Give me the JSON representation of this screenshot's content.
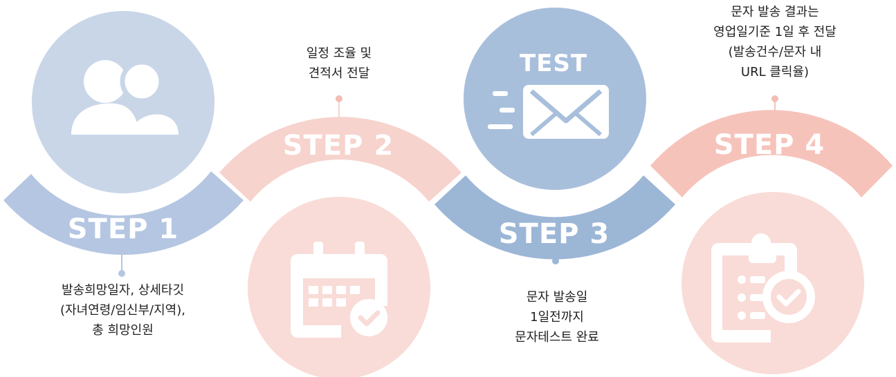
{
  "steps": [
    {
      "label": "STEP 1",
      "color": "#b4c6e1",
      "circle_color": "#c9d6e8",
      "icon": "users-icon",
      "description": [
        "발송희망일자, 상세타깃",
        "(자녀연령/임신부/지역),",
        "총 희망인원"
      ]
    },
    {
      "label": "STEP 2",
      "color": "#f7d3cd",
      "circle_color": "#f9dcd7",
      "icon": "calendar-check-icon",
      "description": [
        "일정 조율 및",
        "견적서 전달"
      ]
    },
    {
      "label": "STEP 3",
      "color": "#9cb6d6",
      "circle_color": "#a8bfdc",
      "icon": "test-mail-icon",
      "icon_text": "TEST",
      "description": [
        "문자 발송일",
        "1일전까지",
        "문자테스트 완료"
      ]
    },
    {
      "label": "STEP 4",
      "color": "#f6c3bb",
      "circle_color": "#f9dcd7",
      "icon": "clipboard-check-icon",
      "description": [
        "문자 발송 결과는",
        "영업일기준 1일 후 전달",
        "(발송건수/문자 내",
        "URL 클릭율)"
      ]
    }
  ]
}
